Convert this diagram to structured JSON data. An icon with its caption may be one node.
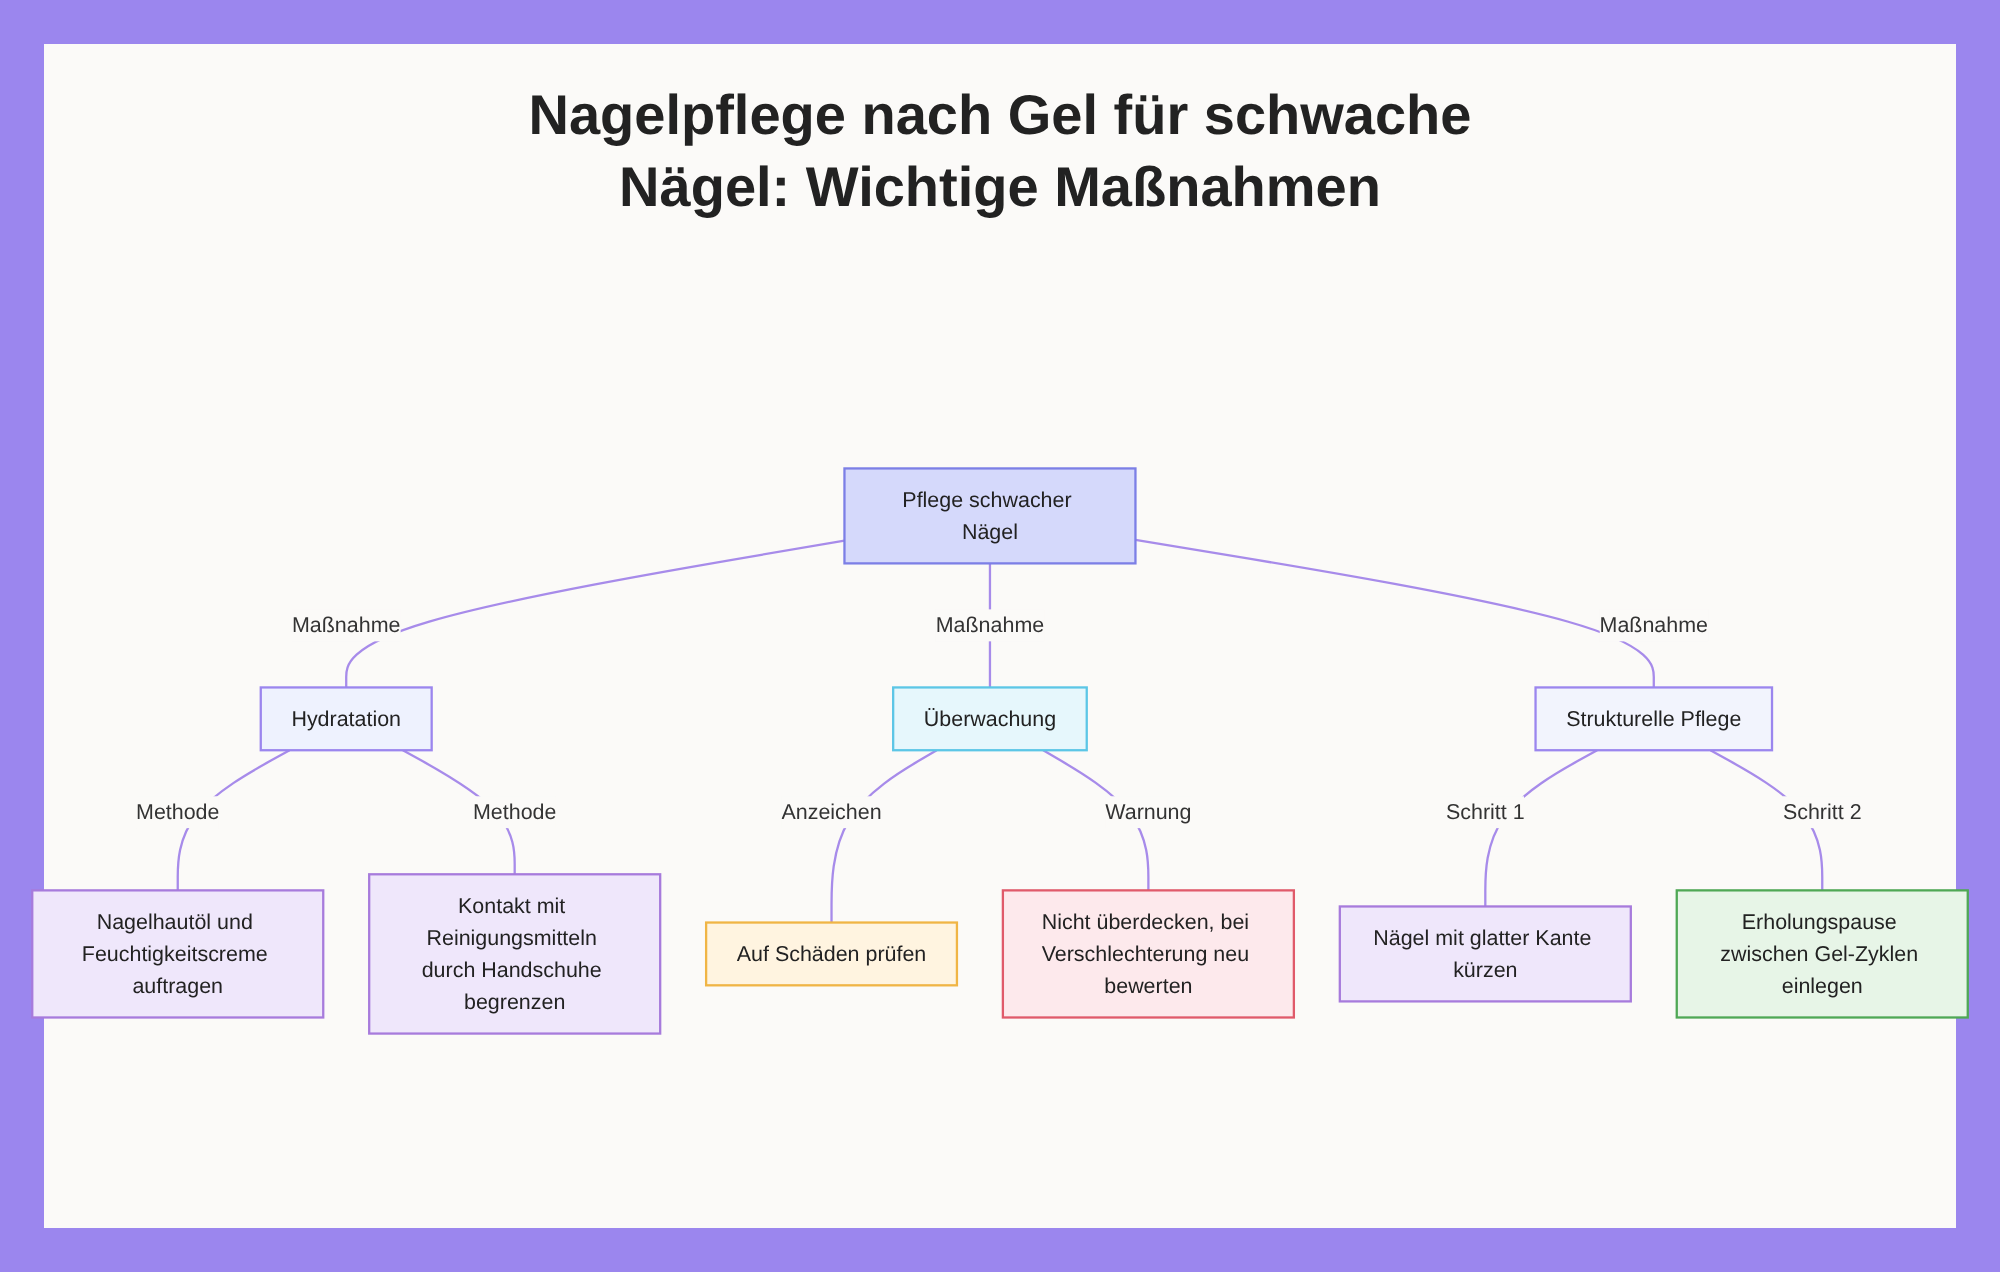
{
  "diagram": {
    "title": "Nagelpflege nach Gel für schwache Nägel: Wichtige Maßnahmen",
    "nodes": [
      {
        "text": [
          "Pflege schwacher Nägel"
        ]
      },
      {
        "text": [
          "Hydratation"
        ]
      },
      {
        "text": [
          "Überwachung"
        ]
      },
      {
        "text": [
          "Strukturelle Pflege"
        ]
      },
      {
        "text": [
          "Nagelhautöl und Feuchtigkeitscreme auftragen"
        ]
      },
      {
        "text": [
          "Kontakt mit Reinigungsmitteln durch Handschuhe begrenzen"
        ]
      },
      {
        "text": [
          "Auf Schäden prüfen"
        ]
      },
      {
        "text": [
          "Nicht überdecken, bei Verschlechterung neu bewerten"
        ]
      },
      {
        "text": [
          "Nägel mit glatter Kante kürzen"
        ]
      },
      {
        "text": [
          "Erholungspause zwischen Gel-Zyklen einlegen"
        ]
      }
    ],
    "edges": [
      {
        "from": 0,
        "to": 1,
        "arrow": "none",
        "label": "Maßnahme"
      },
      {
        "from": 0,
        "to": 2,
        "arrow": "none",
        "label": "Maßnahme"
      },
      {
        "from": 0,
        "to": 3,
        "arrow": "none",
        "label": "Maßnahme"
      },
      {
        "from": 1,
        "to": 4,
        "arrow": "none",
        "label": "Methode"
      },
      {
        "from": 1,
        "to": 5,
        "arrow": "none",
        "label": "Methode"
      },
      {
        "from": 2,
        "to": 6,
        "arrow": "none",
        "label": "Anzeichen"
      },
      {
        "from": 2,
        "to": 7,
        "arrow": "none",
        "label": "Warnung"
      },
      {
        "from": 3,
        "to": 8,
        "arrow": "none",
        "label": "Schritt 1"
      },
      {
        "from": 3,
        "to": 9,
        "arrow": "none",
        "label": "Schritt 2"
      }
    ]
  }
}
